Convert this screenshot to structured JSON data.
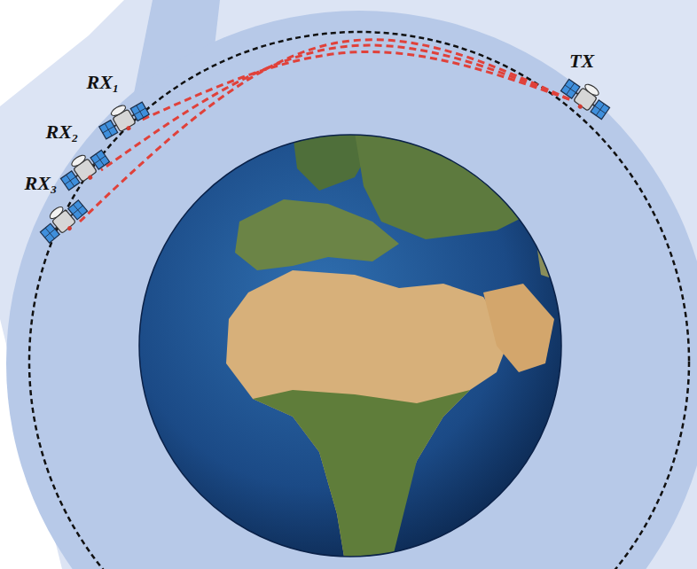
{
  "diagram": {
    "nodes": [
      {
        "text": [
          "TX"
        ]
      },
      {
        "text": [
          "RX₁"
        ]
      },
      {
        "text": [
          "RX₂"
        ]
      },
      {
        "text": [
          "RX₃"
        ]
      }
    ],
    "edges": [
      {
        "from": 0,
        "to": 1,
        "arrow": "none"
      },
      {
        "from": 0,
        "to": 2,
        "arrow": "none"
      },
      {
        "from": 0,
        "to": 3,
        "arrow": "none"
      }
    ]
  }
}
